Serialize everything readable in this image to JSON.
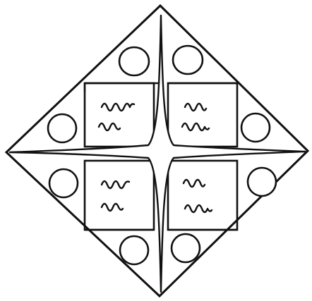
{
  "figure": {
    "kind": "line-drawing",
    "colors": {
      "ink": "#111111",
      "background": "#ffffff"
    }
  },
  "icons": {
    "outline": "diamond-outline",
    "cross": "four-pointed-star-cross",
    "circles": "circle-icon",
    "panels": "rectangular-panel",
    "scribbles": "wavy-scribble-icon"
  }
}
